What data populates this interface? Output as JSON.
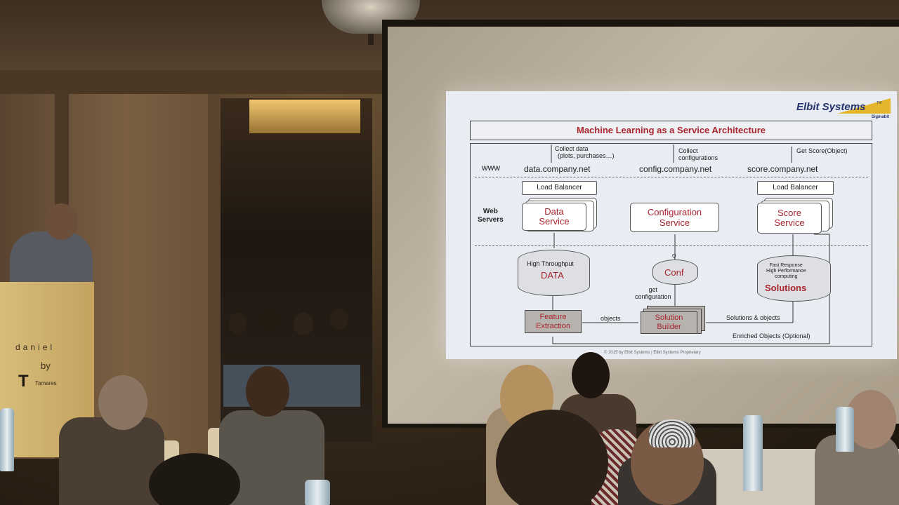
{
  "slide": {
    "logo": "Elbit Systems",
    "logo_tm": "TM",
    "logo_sub": "Sigmabit",
    "title": "Machine Learning as a Service Architecture",
    "row_www": "www",
    "row_web_servers": "Web\nServers",
    "collect_data": "Collect data",
    "collect_data_detail": "(plots, purchases…)",
    "data_url": "data.company.net",
    "collect_config": "Collect\nconfigurations",
    "config_url": "config.company.net",
    "get_score": "Get Score(Object)",
    "score_url": "score.company.net",
    "load_balancer_left": "Load Balancer",
    "load_balancer_right": "Load Balancer",
    "data_service": "Data\nService",
    "configuration_service": "Configuration\nService",
    "score_service": "Score\nService",
    "high_throughput": "High Throughput",
    "data_store": "DATA",
    "q_label": "Q",
    "conf_store": "Conf",
    "get_configuration": "get\nconfiguration",
    "fast_response": "Fast Response\nHigh Performance\ncomputing",
    "solutions_store": "Solutions",
    "feature_extraction": "Feature\nExtraction",
    "objects": "objects",
    "solution_builder": "Solution\nBuilder",
    "solutions_objects": "Solutions & objects",
    "enriched_objects": "Enriched Objects (Optional)",
    "footer": "© 2015 by Elbit Systems | Elbit Systems Proprietary"
  },
  "podium": {
    "brand": "daniel",
    "by": "by",
    "t": "T",
    "tamares": "Tamares"
  }
}
